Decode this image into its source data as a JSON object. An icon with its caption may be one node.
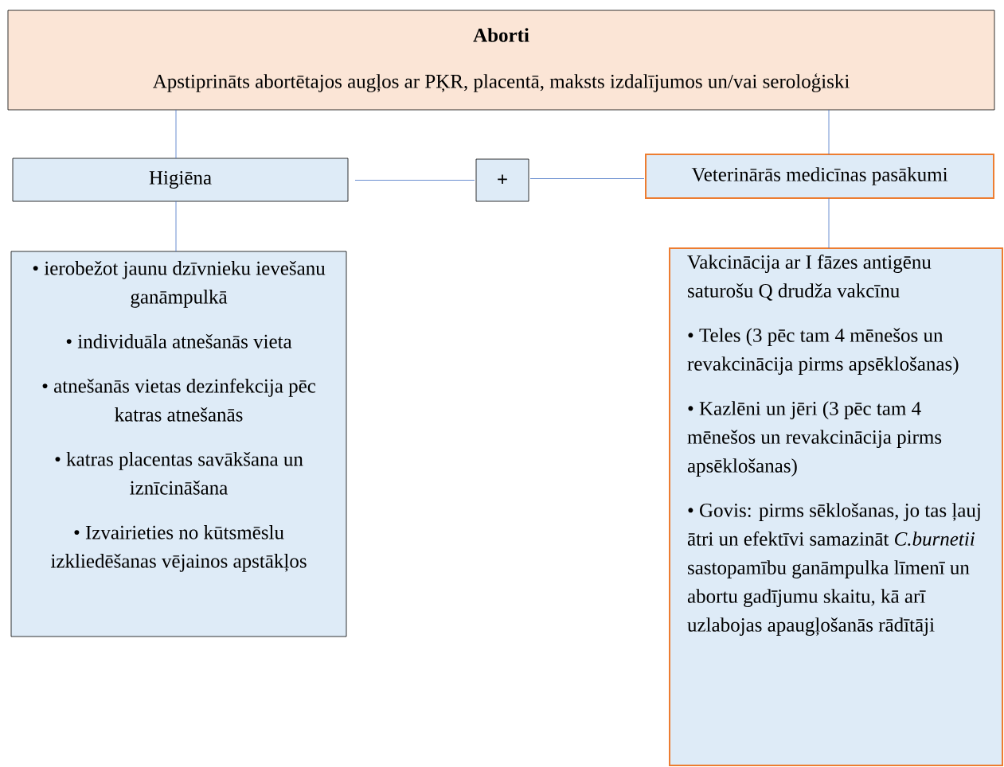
{
  "diagram": {
    "nodes": [
      {
        "text": [
          "Aborti",
          "Apstiprināts abortētajos augļos ar PĶR, placentā, maksts izdalījumos un/vai seroloģiski"
        ]
      },
      {
        "text": [
          "Higiēna"
        ]
      },
      {
        "text": [
          "+"
        ]
      },
      {
        "text": [
          "Veterinārās medicīnas pasākumi"
        ]
      },
      {
        "text": [
          "• ierobežot jaunu dzīvnieku ievešanu ganāmpulkā",
          "• individuāla atnešanās vieta",
          "• atnešanās vietas dezinfekcija pēc katras atnešanās",
          "• katras placentas savākšana un iznīcināšana",
          "• Izvairieties no kūtsmēslu izkliedēšanas vējainos apstākļos"
        ]
      },
      {
        "text": [
          "Vakcinācija ar I fāzes antigēnu saturošu Q drudža vakcīnu",
          "• Teles (3 pēc tam 4 mēnešos un revakcinācija pirms apsēklošanas)",
          "• Kazlēni un jēri (3 pēc tam 4 mēnešos un revakcinācija pirms apsēklošanas)",
          "• Govis: pirms sēklošanas, jo tas ļauj ātri un efektīvi samazināt *C.burnetii* sastopamību ganāmpulka līmenī un abortu gadījumu skaitu, kā arī uzlabojas apaugļošanās rādītāji"
        ]
      }
    ],
    "edges": [
      {
        "from": 0,
        "to": 1,
        "arrow": "none"
      },
      {
        "from": 0,
        "to": 3,
        "arrow": "none"
      },
      {
        "from": 1,
        "to": 2,
        "arrow": "none"
      },
      {
        "from": 2,
        "to": 3,
        "arrow": "none"
      },
      {
        "from": 1,
        "to": 4,
        "arrow": "none"
      },
      {
        "from": 3,
        "to": 5,
        "arrow": "none"
      }
    ]
  }
}
